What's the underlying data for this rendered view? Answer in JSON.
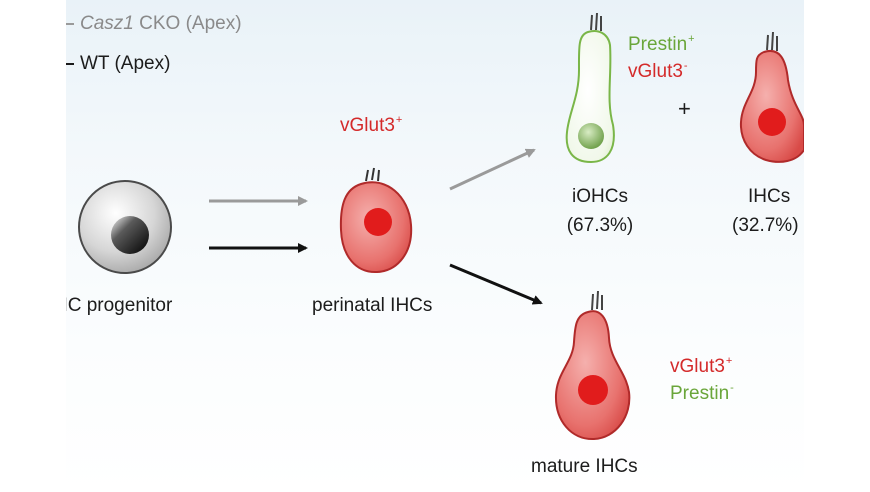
{
  "legend": {
    "casz1": {
      "gene": "Casz1",
      "rest": "CKO (Apex)",
      "color": "#9a9a9a"
    },
    "wt": {
      "label": "WT (Apex)",
      "color": "#1a1a1a"
    }
  },
  "colors": {
    "red_cell": "#dd3b3b",
    "green_cell": "#7ab648",
    "marker_red": "#d42a2a",
    "marker_green": "#6aa63a",
    "arrow_gray": "#9a9a9a",
    "arrow_black": "#111111"
  },
  "nodes": {
    "progenitor": {
      "label": "HC progenitor"
    },
    "perinatal": {
      "label": "perinatal IHCs",
      "marker_name": "vGlut3",
      "marker_sign": "+"
    },
    "iohcs": {
      "label": "iOHCs",
      "percent": "(67.3%)"
    },
    "ihcs": {
      "label": "IHCs",
      "percent": "(32.7%)"
    },
    "mature": {
      "label": "mature IHCs"
    }
  },
  "markers_iohc": {
    "prestin": {
      "name": "Prestin",
      "sign": "+"
    },
    "vglut3": {
      "name": "vGlut3",
      "sign": "-"
    }
  },
  "markers_mature": {
    "vglut3": {
      "name": "vGlut3",
      "sign": "+"
    },
    "prestin": {
      "name": "Prestin",
      "sign": "-"
    }
  },
  "plus_sign": "+"
}
